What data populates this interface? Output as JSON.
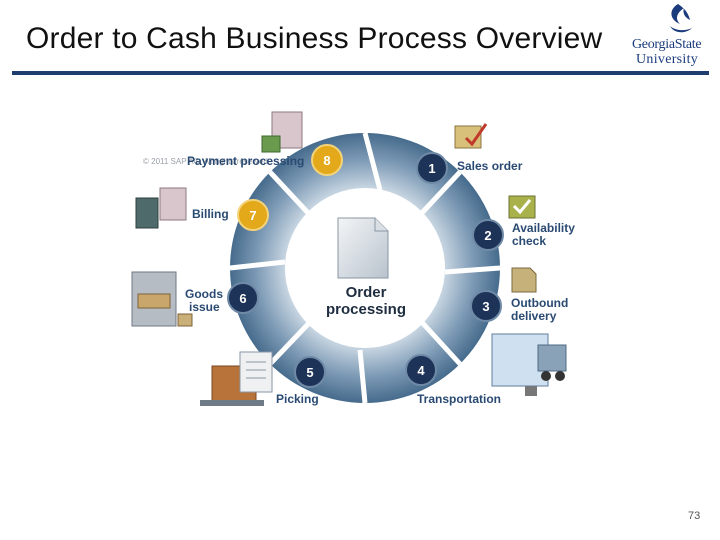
{
  "slide": {
    "title": "Order to Cash Business Process Overview",
    "page_number": "73",
    "copyright": "© 2011 SAP AG. All rights reserved."
  },
  "logo": {
    "line1": "GeorgiaState",
    "line2": "University"
  },
  "diagram": {
    "center_label_line1": "Order",
    "center_label_line2": "processing",
    "steps": [
      {
        "number": "1",
        "label": "Sales order"
      },
      {
        "number": "2",
        "label_line1": "Availability",
        "label_line2": "check"
      },
      {
        "number": "3",
        "label_line1": "Outbound",
        "label_line2": "delivery"
      },
      {
        "number": "4",
        "label": "Transportation"
      },
      {
        "number": "5",
        "label": "Picking"
      },
      {
        "number": "6",
        "label_line1": "Goods",
        "label_line2": "issue"
      },
      {
        "number": "7",
        "label": "Billing"
      },
      {
        "number": "8",
        "label": "Payment processing"
      }
    ],
    "colors": {
      "blue_badge": "#1d3357",
      "gold_badge": "#e3a91a",
      "ring": "#5f83a3",
      "text": "#2a4a72"
    }
  }
}
